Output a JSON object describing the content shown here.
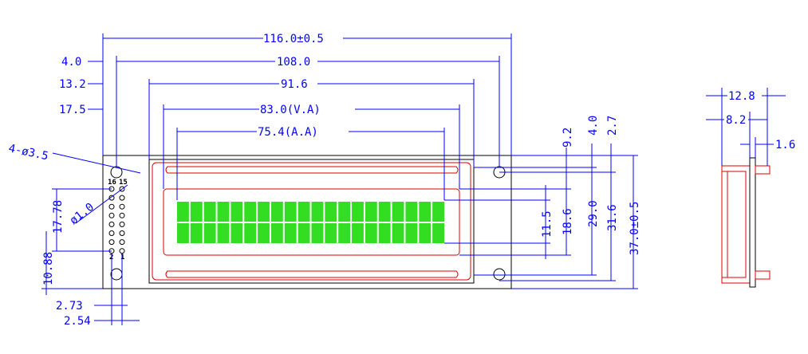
{
  "colors": {
    "dimension": "#0000ff",
    "outline": "#000000",
    "frame": "#e00000",
    "pixel": "#33dd22"
  },
  "display": {
    "columns": 20,
    "rows": 2
  },
  "front_view": {
    "overall_width": "116.0±0.5",
    "hole_to_hole": "108.0",
    "bezel_width": "91.6",
    "viewing_area": "83.0(V.A)",
    "active_area": "75.4(A.A)",
    "left_hole_offset": "4.0",
    "left_bezel_offset": "13.2",
    "left_va_offset": "17.5",
    "mount_holes": "4-ø3.5",
    "pin_hole": "ø1.0",
    "pin_label_16": "16",
    "pin_label_15": "15",
    "pin_label_2": "2",
    "pin_label_1": "1",
    "pin_row_offset": "17.78",
    "pin_span": "10.88",
    "pin_x_offset": "2.73",
    "pin_pitch": "2.54",
    "aa_height": "11.5",
    "va_height": "18.6",
    "bezel_height": "29.0",
    "hole_vertical": "31.6",
    "overall_height": "37.0±0.5",
    "top_to_va": "9.2",
    "top_to_bezel": "4.0",
    "top_to_hole": "2.7"
  },
  "side_view": {
    "total_thickness": "12.8",
    "module_thickness": "8.2",
    "pcb_thickness": "1.6"
  }
}
